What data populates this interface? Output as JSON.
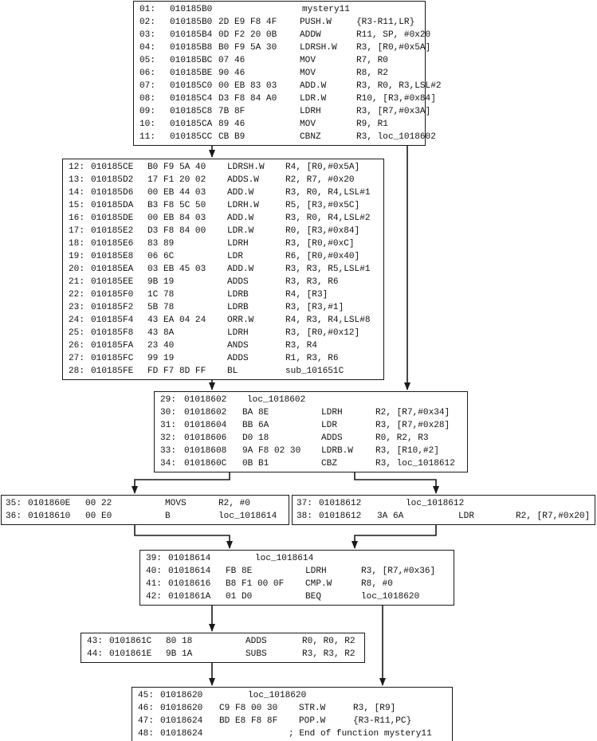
{
  "colors": {
    "line": "#1a1a1a",
    "text": "#111111",
    "background": "#ffffff"
  },
  "blocks": [
    {
      "id": "b1",
      "lines": [
        [
          "01:",
          "010185B0",
          "",
          "mystery11",
          "",
          ""
        ],
        [
          "02:",
          "010185B0",
          "2D E9 F8 4F",
          "PUSH.W",
          "{R3-R11,LR}",
          ""
        ],
        [
          "03:",
          "010185B4",
          "0D F2 20 0B",
          "ADDW",
          "R11, SP, #0x20",
          ""
        ],
        [
          "04:",
          "010185B8",
          "B0 F9 5A 30",
          "LDRSH.W",
          "R3, [R0,#0x5A]",
          ""
        ],
        [
          "05:",
          "010185BC",
          "07 46",
          "MOV",
          "R7, R0",
          ""
        ],
        [
          "06:",
          "010185BE",
          "90 46",
          "MOV",
          "R8, R2",
          ""
        ],
        [
          "07:",
          "010185C0",
          "00 EB 83 03",
          "ADD.W",
          "R3, R0, R3,LSL#2",
          ""
        ],
        [
          "08:",
          "010185C4",
          "D3 F8 84 A0",
          "LDR.W",
          "R10, [R3,#0x84]",
          ""
        ],
        [
          "09:",
          "010185C8",
          "7B 8F",
          "LDRH",
          "R3, [R7,#0x3A]",
          ""
        ],
        [
          "10:",
          "010185CA",
          "89 46",
          "MOV",
          "R9, R1",
          ""
        ],
        [
          "11:",
          "010185CC",
          "CB B9",
          "CBNZ",
          "R3, loc_1018602",
          ""
        ]
      ]
    },
    {
      "id": "b2",
      "lines": [
        [
          "12:",
          "010185CE",
          "B0 F9 5A 40",
          "LDRSH.W",
          "R4, [R0,#0x5A]",
          ""
        ],
        [
          "13:",
          "010185D2",
          "17 F1 20 02",
          "ADDS.W",
          "R2, R7, #0x20",
          ""
        ],
        [
          "14:",
          "010185D6",
          "00 EB 44 03",
          "ADD.W",
          "R3, R0, R4,LSL#1",
          ""
        ],
        [
          "15:",
          "010185DA",
          "B3 F8 5C 50",
          "LDRH.W",
          "R5, [R3,#0x5C]",
          ""
        ],
        [
          "16:",
          "010185DE",
          "00 EB 84 03",
          "ADD.W",
          "R3, R0, R4,LSL#2",
          ""
        ],
        [
          "17:",
          "010185E2",
          "D3 F8 84 00",
          "LDR.W",
          "R0, [R3,#0x84]",
          ""
        ],
        [
          "18:",
          "010185E6",
          "83 89",
          "LDRH",
          "R3, [R0,#0xC]",
          ""
        ],
        [
          "19:",
          "010185E8",
          "06 6C",
          "LDR",
          "R6, [R0,#0x40]",
          ""
        ],
        [
          "20:",
          "010185EA",
          "03 EB 45 03",
          "ADD.W",
          "R3, R3, R5,LSL#1",
          ""
        ],
        [
          "21:",
          "010185EE",
          "9B 19",
          "ADDS",
          "R3, R3, R6",
          ""
        ],
        [
          "22:",
          "010185F0",
          "1C 78",
          "LDRB",
          "R4, [R3]",
          ""
        ],
        [
          "23:",
          "010185F2",
          "5B 78",
          "LDRB",
          "R3, [R3,#1]",
          ""
        ],
        [
          "24:",
          "010185F4",
          "43 EA 04 24",
          "ORR.W",
          "R4, R3, R4,LSL#8",
          ""
        ],
        [
          "25:",
          "010185F8",
          "43 8A",
          "LDRH",
          "R3, [R0,#0x12]",
          ""
        ],
        [
          "26:",
          "010185FA",
          "23 40",
          "ANDS",
          "R3, R4",
          ""
        ],
        [
          "27:",
          "010185FC",
          "99 19",
          "ADDS",
          "R1, R3, R6",
          ""
        ],
        [
          "28:",
          "010185FE",
          "FD F7 8D FF",
          "BL",
          "sub_101651C",
          ""
        ]
      ]
    },
    {
      "id": "b3",
      "lines": [
        [
          "29:",
          "01018602",
          "",
          "loc_1018602",
          "",
          ""
        ],
        [
          "30:",
          "01018602",
          "BA 8E",
          "LDRH",
          "R2, [R7,#0x34]",
          ""
        ],
        [
          "31:",
          "01018604",
          "BB 6A",
          "LDR",
          "R3, [R7,#0x28]",
          ""
        ],
        [
          "32:",
          "01018606",
          "D0 18",
          "ADDS",
          "R0, R2, R3",
          ""
        ],
        [
          "33:",
          "01018608",
          "9A F8 02 30",
          "LDRB.W",
          "R3, [R10,#2]",
          ""
        ],
        [
          "34:",
          "0101860C",
          "0B B1",
          "CBZ",
          "R3, loc_1018612",
          ""
        ]
      ]
    },
    {
      "id": "b4",
      "lines": [
        [
          "35:",
          "0101860E",
          "00 22",
          "MOVS",
          "R2, #0",
          ""
        ],
        [
          "36:",
          "01018610",
          "00 E0",
          "B",
          "loc_1018614",
          ""
        ]
      ]
    },
    {
      "id": "b5",
      "lines": [
        [
          "37:",
          "01018612",
          "",
          "loc_1018612",
          "",
          ""
        ],
        [
          "38:",
          "01018612",
          "3A 6A",
          "LDR",
          "R2, [R7,#0x20]",
          ""
        ]
      ]
    },
    {
      "id": "b6",
      "lines": [
        [
          "39:",
          "01018614",
          "",
          "loc_1018614",
          "",
          ""
        ],
        [
          "40:",
          "01018614",
          "FB 8E",
          "LDRH",
          "R3, [R7,#0x36]",
          ""
        ],
        [
          "41:",
          "01018616",
          "B8 F1 00 0F",
          "CMP.W",
          "R8, #0",
          ""
        ],
        [
          "42:",
          "0101861A",
          "01 D0",
          "BEQ",
          "loc_1018620",
          ""
        ]
      ]
    },
    {
      "id": "b7",
      "lines": [
        [
          "43:",
          "0101861C",
          "80 18",
          "ADDS",
          "R0, R0, R2",
          ""
        ],
        [
          "44:",
          "0101861E",
          "9B 1A",
          "SUBS",
          "R3, R3, R2",
          ""
        ]
      ]
    },
    {
      "id": "b8",
      "lines": [
        [
          "45:",
          "01018620",
          "",
          "loc_1018620",
          "",
          ""
        ],
        [
          "46:",
          "01018620",
          "C9 F8 00 30",
          "STR.W",
          "R3, [R9]",
          ""
        ],
        [
          "47:",
          "01018624",
          "BD E8 F8 8F",
          "POP.W",
          "{R3-R11,PC}",
          ""
        ],
        [
          "48:",
          "01018624",
          "",
          "",
          "",
          "; End of function mystery11"
        ]
      ]
    }
  ]
}
